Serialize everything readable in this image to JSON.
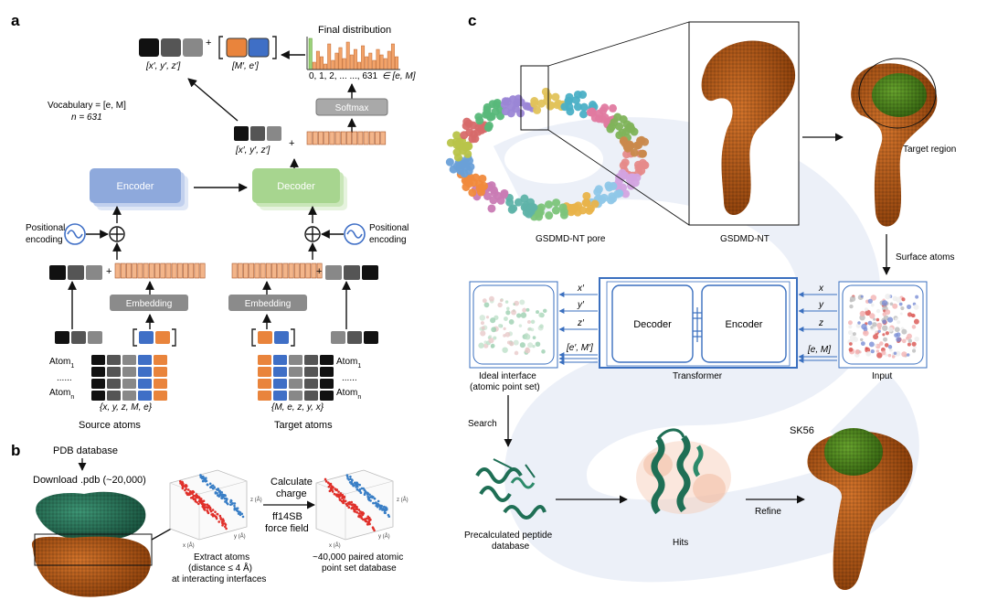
{
  "panels": {
    "a": {
      "label": "a",
      "final_distribution": "Final distribution",
      "dist_ticks": "0, 1, 2, ... ..., 631",
      "dist_set": "∈ [e, M]",
      "out_xyz": "[x′, y′, z′]",
      "out_me": "[M′, e′]",
      "plus": "+",
      "vocab_line1": "Vocabulary = [e, M]",
      "vocab_line2": "n = 631",
      "softmax": "Softmax",
      "dec_out_xyz": "[x′, y′, z′]",
      "encoder": "Encoder",
      "decoder": "Decoder",
      "positional_left": [
        "Positional",
        "encoding"
      ],
      "positional_right": [
        "Positional",
        "encoding"
      ],
      "embedding_left": "Embedding",
      "embedding_right": "Embedding",
      "atom1_left": "Atom",
      "atomn_left": "Atom",
      "dots_left": "......",
      "sub1": "1",
      "subn": "n",
      "atom1_right": "Atom",
      "atomn_right": "Atom",
      "dots_right": "......",
      "src_order": "{x, y, z, M, e}",
      "tgt_order": "{M, e, z, y, x}",
      "source_atoms": "Source atoms",
      "target_atoms": "Target atoms"
    },
    "b": {
      "label": "b",
      "pdb_database": "PDB database",
      "download": "Download .pdb (~20,000)",
      "extract_line1": "Extract atoms",
      "extract_line2": "(distance ≤ 4 Å)",
      "extract_line3": "at interacting interfaces",
      "calc_line1": "Calculate",
      "calc_line2": "charge",
      "ff_line1": "ff14SB",
      "ff_line2": "force field",
      "db_line1": "~40,000 paired atomic",
      "db_line2": "point set database",
      "axis_x": "x (Å)",
      "axis_y": "y (Å)",
      "axis_z": "z (Å)"
    },
    "c": {
      "label": "c",
      "pore_label": "GSDMD-NT pore",
      "nt_label": "GSDMD-NT",
      "target_region": "Target region",
      "surface_atoms": "Surface atoms",
      "transformer": "Transformer",
      "decoder": "Decoder",
      "encoder": "Encoder",
      "in_x": "x",
      "in_y": "y",
      "in_z": "z",
      "in_em": "[e, M]",
      "out_x": "x′",
      "out_y": "y′",
      "out_z": "z′",
      "out_em": "[e′, M′]",
      "input": "Input",
      "ideal_line1": "Ideal interface",
      "ideal_line2": "(atomic point set)",
      "search": "Search",
      "precalc_line1": "Precalculated peptide",
      "precalc_line2": "database",
      "hits": "Hits",
      "refine": "Refine",
      "sk56": "SK56"
    }
  },
  "colors": {
    "encoder": "#8ea9dc",
    "decoder": "#a7d58f",
    "orange": "#e9843c",
    "blue": "#3f6fc6",
    "black": "#111111",
    "grey": "#777777",
    "protein_orange": "#c35a12",
    "protein_green": "#4f8f1e",
    "teal": "#1f6f55",
    "transformer_blue": "#3a6fbf"
  },
  "icons": [
    "sine-wave-icon",
    "plus-circle-icon",
    "arrow-icon"
  ]
}
